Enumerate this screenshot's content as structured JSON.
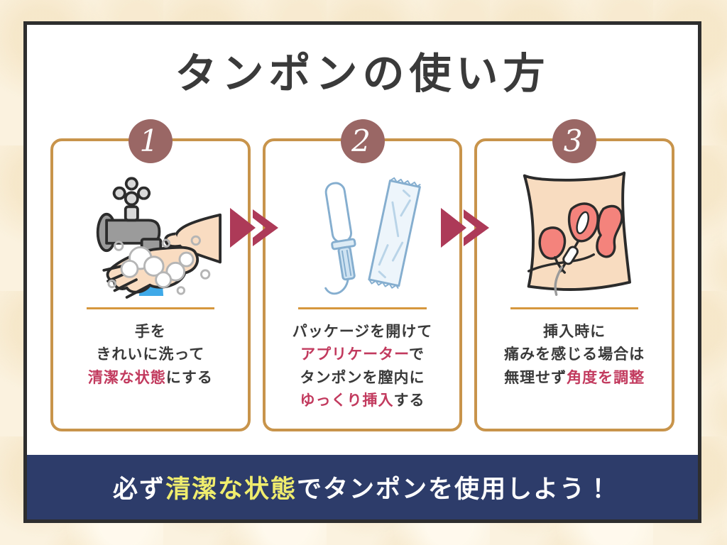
{
  "page": {
    "title": "タンポンの使い方"
  },
  "colors": {
    "panel_border": "#2e2e2e",
    "card_border_gold": "#c8944b",
    "divider_gold": "#d6973e",
    "badge_mauve": "#9a6765",
    "accent_red": "#c23a5e",
    "arrow_red": "#ad3a58",
    "banner_navy": "#2d3c6a",
    "banner_yellow": "#efec6d",
    "text_dark": "#3a3a3a"
  },
  "icons": [
    "handwashing-illustration",
    "tampon-package-illustration",
    "anatomy-illustration",
    "next-step-arrow"
  ],
  "steps": [
    {
      "number": "1",
      "icon": "handwashing-illustration",
      "lines": [
        [
          {
            "text": "手を",
            "hl": false
          }
        ],
        [
          {
            "text": "きれいに洗って",
            "hl": false
          }
        ],
        [
          {
            "text": "清潔な状態",
            "hl": true
          },
          {
            "text": "にする",
            "hl": false
          }
        ]
      ]
    },
    {
      "number": "2",
      "icon": "tampon-package-illustration",
      "lines": [
        [
          {
            "text": "パッケージを開けて",
            "hl": false
          }
        ],
        [
          {
            "text": "アプリケーター",
            "hl": true
          },
          {
            "text": "で",
            "hl": false
          }
        ],
        [
          {
            "text": "タンポンを膣内に",
            "hl": false
          }
        ],
        [
          {
            "text": "ゆっくり挿入",
            "hl": true
          },
          {
            "text": "する",
            "hl": false
          }
        ]
      ]
    },
    {
      "number": "3",
      "icon": "anatomy-illustration",
      "lines": [
        [
          {
            "text": "挿入時に",
            "hl": false
          }
        ],
        [
          {
            "text": "痛みを感じる場合は",
            "hl": false
          }
        ],
        [
          {
            "text": "無理せず",
            "hl": false
          },
          {
            "text": "角度を調整",
            "hl": true
          }
        ]
      ]
    }
  ],
  "banner": {
    "lines": [
      [
        {
          "text": "必ず",
          "hl": false
        },
        {
          "text": "清潔な状態",
          "hl": true
        },
        {
          "text": "でタンポンを使用しよう！",
          "hl": false
        }
      ]
    ]
  }
}
